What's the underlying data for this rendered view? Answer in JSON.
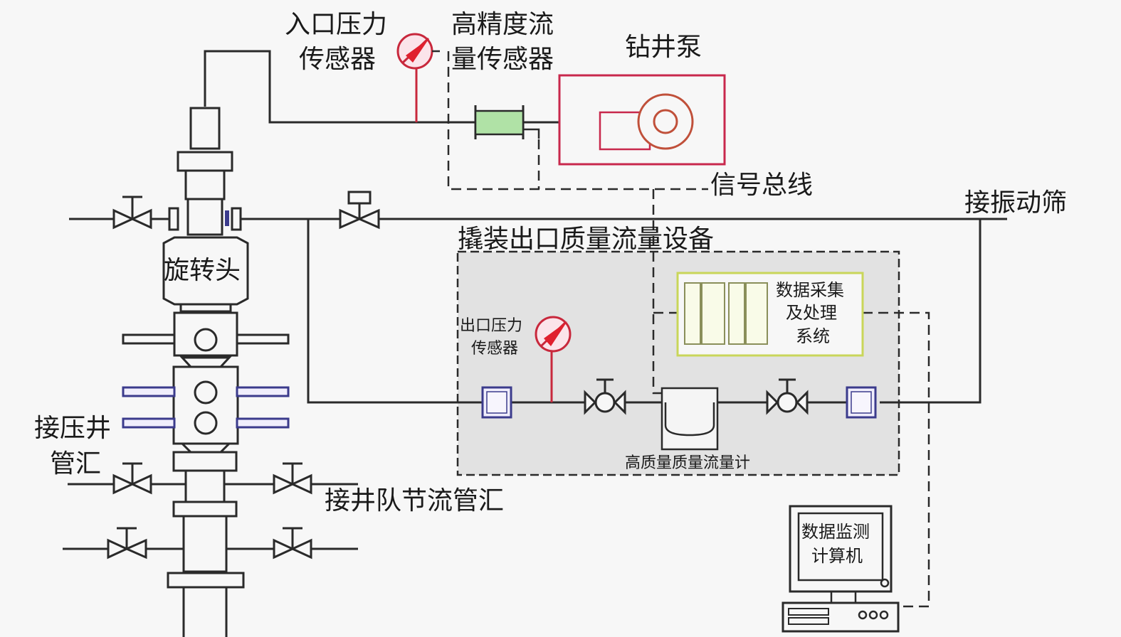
{
  "diagram": {
    "title": "",
    "labels": {
      "inlet_pressure_sensor": [
        "入口压力",
        "传感器"
      ],
      "high_precision_flow_sensor": [
        "高精度流",
        "量传感器"
      ],
      "drilling_pump": "钻井泵",
      "signal_bus": "信号总线",
      "to_shale_shaker": "接振动筛",
      "rotating_head": "旋转头",
      "skid_outlet_equipment": "撬装出口质量流量设备",
      "data_acquisition": [
        "数据采集",
        "及处理",
        "系统"
      ],
      "outlet_pressure_sensor": [
        "出口压力",
        "传感器"
      ],
      "coriolis_flowmeter": "高质量质量流量计",
      "to_kill_manifold": [
        "接压井",
        "管汇"
      ],
      "to_choke_manifold": "接井队节流管汇",
      "monitoring_computer": [
        "数据监测",
        "计算机"
      ]
    },
    "colors": {
      "line": "#2a2a2a",
      "sensor_red": "#c8283c",
      "pump_border": "#d0406a",
      "flow_sensor_fill": "#b0e2a6",
      "skid_fill": "#e2e2e2",
      "daq_border": "#c9d65a",
      "flange_blue": "#3b3b8c"
    },
    "nodes": [
      {
        "id": "inlet-pressure-sensor",
        "type": "pressure-gauge"
      },
      {
        "id": "flow-sensor",
        "type": "flow-meter"
      },
      {
        "id": "drilling-pump",
        "type": "pump"
      },
      {
        "id": "rotating-head",
        "type": "bop-component"
      },
      {
        "id": "skid",
        "type": "container"
      },
      {
        "id": "daq-system",
        "type": "controller"
      },
      {
        "id": "outlet-pressure-sensor",
        "type": "pressure-gauge"
      },
      {
        "id": "coriolis-meter",
        "type": "flow-meter"
      },
      {
        "id": "monitor-computer",
        "type": "computer"
      }
    ],
    "edges": [
      {
        "from": "drilling-pump",
        "to": "flow-sensor",
        "style": "solid"
      },
      {
        "from": "flow-sensor",
        "to": "rotating-head",
        "style": "solid"
      },
      {
        "from": "rotating-head",
        "to": "skid",
        "style": "solid"
      },
      {
        "from": "skid",
        "to": "to_shale_shaker",
        "style": "solid"
      },
      {
        "from": "flow-sensor",
        "to": "daq-system",
        "style": "dashed",
        "label": "信号总线"
      },
      {
        "from": "coriolis-meter",
        "to": "daq-system",
        "style": "dashed"
      },
      {
        "from": "daq-system",
        "to": "monitor-computer",
        "style": "dashed"
      }
    ]
  }
}
